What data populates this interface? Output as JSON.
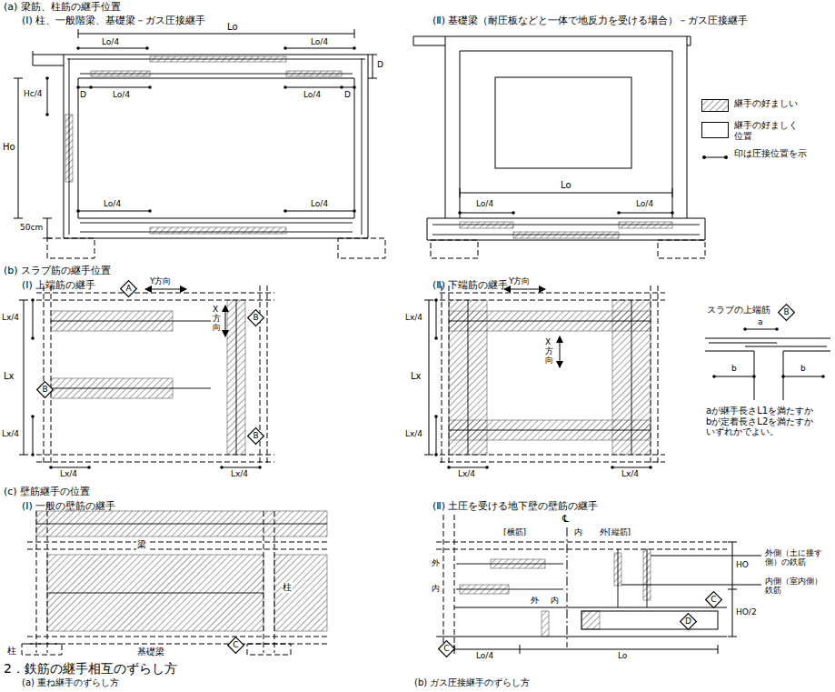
{
  "diagram": {
    "nodes": [
      {
        "text": [
          "A"
        ]
      },
      {
        "text": [
          "B"
        ]
      },
      {
        "text": [
          "B"
        ]
      },
      {
        "text": [
          "B"
        ]
      },
      {
        "text": [
          "B"
        ]
      },
      {
        "text": [
          "C"
        ]
      },
      {
        "text": [
          "D"
        ]
      },
      {
        "text": [
          "C"
        ]
      },
      {
        "text": [
          "C"
        ]
      }
    ],
    "labels": [
      "(a) 梁筋、柱筋の継手位置",
      "(Ⅰ) 柱、一般階梁、基礎梁－ガス圧接継手",
      "Lo",
      "Lo/4",
      "Lo/4",
      "D",
      "Lo/4",
      "Lo/4",
      "D",
      "D",
      "Hc/4",
      "Ho",
      "50cm",
      "Lo/4",
      "Lo/4",
      "(Ⅱ) 基礎梁（耐圧板などと一体で地反力を受ける場合）－ガス圧接継手",
      "Lo",
      "Lo/4",
      "Lo/4",
      "(b) スラブ筋の継手位置",
      "(Ⅰ) 上端筋の継手",
      "Y方向",
      "X方向",
      "Lx",
      "Lx/4",
      "Lx/4",
      "Lx/4",
      "Lx/4",
      "(Ⅱ) 下端筋の継手",
      "Y方向",
      "X方向",
      "Lx",
      "Lx/4",
      "Lx/4",
      "Lx/4",
      "Lx/4",
      "スラブの上端筋",
      "a",
      "b",
      "b",
      "aが継手長さL1を満たすか bが定着長さL2を満たすか いずれかでよい。",
      "(c) 壁筋継手の位置",
      "(Ⅰ) 一般の壁筋の継手",
      "梁",
      "柱",
      "柱",
      "基礎梁",
      "(Ⅱ) 土圧を受ける地下壁の壁筋の継手",
      "℄",
      "[横筋]",
      "内",
      "外[縦筋]",
      "外",
      "内",
      "外",
      "内",
      "外側（土に接す 側）の鉄筋",
      "内側（室内側） 鉄筋",
      "HO",
      "HO/2",
      "Lo/4",
      "Lo",
      "2．鉄筋の継手相互のずらし方",
      "(a) 重ね継手のずらし方",
      "(b) ガス圧接継手のずらし方"
    ],
    "legend": [
      {
        "text": "継手の好ましい"
      },
      {
        "text": "継手の好ましく 位置",
        "color": "#ffffff"
      },
      {
        "text": "印は圧接位置を示"
      }
    ]
  }
}
